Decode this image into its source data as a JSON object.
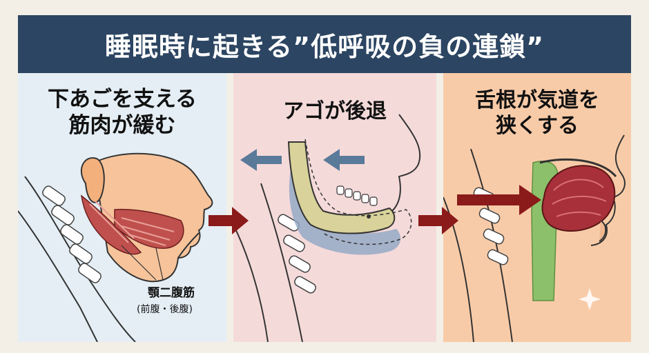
{
  "banner": {
    "title": "睡眠時に起きる”低呼吸の負の連鎖”"
  },
  "panels": [
    {
      "title_lines": [
        "下あごを支える",
        "筋肉が緩む"
      ],
      "annotation": "顎二腹筋",
      "annotation_sub": "(前腹・後腹)"
    },
    {
      "title_lines": [
        "アゴが後退"
      ]
    },
    {
      "title_lines": [
        "舌根が気道を",
        "狭くする"
      ]
    }
  ],
  "colors": {
    "banner": "#2c4562",
    "panel1": "#e4eef4",
    "panel2": "#f5dada",
    "panel3": "#f8cba8",
    "arrow": "#8b1a1a",
    "retreat_arrow": "#5a7a9a",
    "muscle": "#c0504d",
    "jaw": "#d9d29a",
    "tongue": "#a8303a",
    "airway": "#8cc06a"
  },
  "icons": [
    "step-arrow-icon",
    "retreat-arrow-icon",
    "push-arrow-icon",
    "sparkle-icon"
  ]
}
